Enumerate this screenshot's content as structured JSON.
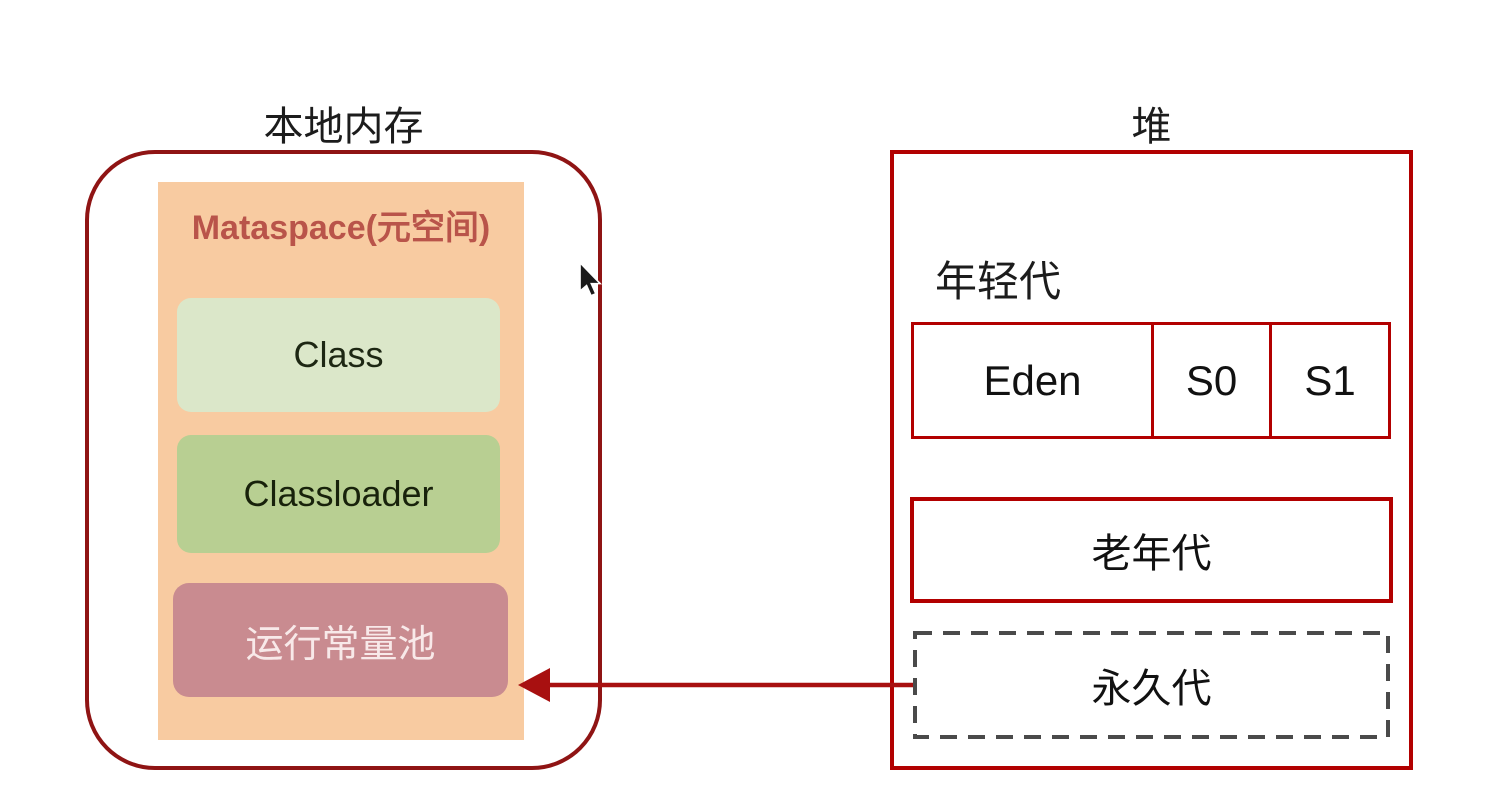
{
  "local_memory": {
    "title": "本地内存",
    "metaspace_title": "Mataspace(元空间)",
    "class_label": "Class",
    "classloader_label": "Classloader",
    "constant_pool_label": "运行常量池"
  },
  "heap": {
    "title": "堆",
    "young_gen_label": "年轻代",
    "young_regions": [
      "Eden",
      "S0",
      "S1"
    ],
    "old_gen_label": "老年代",
    "perm_gen_label": "永久代"
  },
  "icons": {
    "mouse_cursor": "mouse-cursor-icon",
    "arrow": "perm-gen-to-runtime-constant-pool-arrow"
  },
  "colors": {
    "local_container_border": "#8f1414",
    "heap_border": "#b20000",
    "metaspace_bg": "#f8cba1",
    "metaspace_title_text": "#b9544a",
    "class_bg": "#dbe7c9",
    "classloader_bg": "#b8cf92",
    "constant_pool_bg": "#c98b90",
    "constant_pool_text": "#f8e9e9",
    "perm_gen_dash": "#4a4a4a",
    "arrow": "#a81010",
    "label_text": "#1c1c1c",
    "background": "#ffffff"
  }
}
